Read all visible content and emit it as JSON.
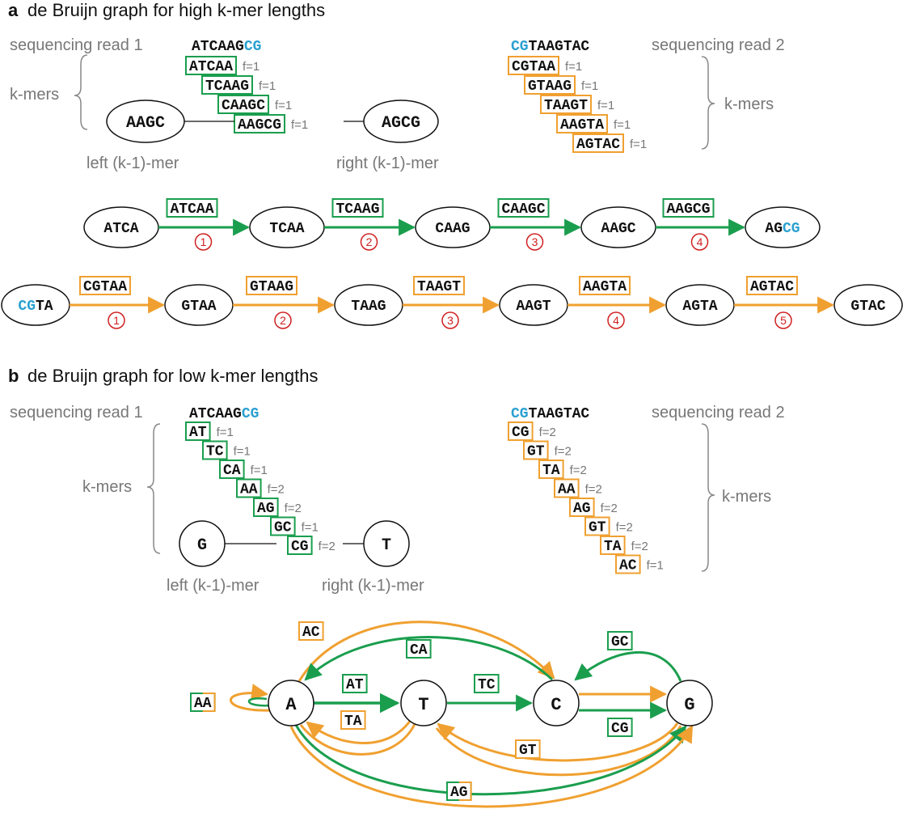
{
  "colors": {
    "green": "#1a9e4e",
    "orange": "#f0a030",
    "blue": "#2aa0d0",
    "red": "#d02020",
    "grey": "#777777",
    "black": "#111111"
  },
  "panel_a": {
    "letter": "a",
    "title": "de Bruijn graph for high k-mer lengths",
    "read1": {
      "label": "sequencing read 1",
      "seq_black": "ATCAAG",
      "seq_blue": "CG",
      "kmers": [
        {
          "kmer": "ATCAA",
          "f": "f=1"
        },
        {
          "kmer": "TCAAG",
          "f": "f=1"
        },
        {
          "kmer": "CAAGC",
          "f": "f=1"
        },
        {
          "kmer": "AAGCG",
          "f": "f=1"
        }
      ],
      "left_node": "AAGC",
      "right_node": "AGCG",
      "left_caption": "left (k-1)-mer",
      "right_caption": "right (k-1)-mer"
    },
    "read2": {
      "label": "sequencing read 2",
      "seq_blue": "CG",
      "seq_black": "TAAGTAC",
      "kmers": [
        {
          "kmer": "CGTAA",
          "f": "f=1"
        },
        {
          "kmer": "GTAAG",
          "f": "f=1"
        },
        {
          "kmer": "TAAGT",
          "f": "f=1"
        },
        {
          "kmer": "AAGTA",
          "f": "f=1"
        },
        {
          "kmer": "AGTAC",
          "f": "f=1"
        }
      ]
    },
    "kmers_label": "k-mers",
    "path1": {
      "nodes": [
        "ATCA",
        "TCAA",
        "CAAG",
        "AAGC"
      ],
      "last_node_black": "AG",
      "last_node_blue": "CG",
      "edges": [
        "ATCAA",
        "TCAAG",
        "CAAGC",
        "AAGCG"
      ],
      "steps": [
        "1",
        "2",
        "3",
        "4"
      ]
    },
    "path2": {
      "first_node_blue": "CG",
      "first_node_black": "TA",
      "nodes": [
        "GTAA",
        "TAAG",
        "AAGT",
        "AGTA",
        "GTAC"
      ],
      "edges": [
        "CGTAA",
        "GTAAG",
        "TAAGT",
        "AAGTA",
        "AGTAC"
      ],
      "steps": [
        "1",
        "2",
        "3",
        "4",
        "5"
      ]
    }
  },
  "panel_b": {
    "letter": "b",
    "title": "de Bruijn graph for low k-mer lengths",
    "read1": {
      "label": "sequencing read 1",
      "seq_black": "ATCAAG",
      "seq_blue": "CG",
      "kmers": [
        {
          "kmer": "AT",
          "f": "f=1"
        },
        {
          "kmer": "TC",
          "f": "f=1"
        },
        {
          "kmer": "CA",
          "f": "f=1"
        },
        {
          "kmer": "AA",
          "f": "f=2"
        },
        {
          "kmer": "AG",
          "f": "f=2"
        },
        {
          "kmer": "GC",
          "f": "f=1"
        },
        {
          "kmer": "CG",
          "f": "f=2"
        }
      ],
      "left_node": "G",
      "right_node": "T",
      "left_caption": "left (k-1)-mer",
      "right_caption": "right (k-1)-mer"
    },
    "read2": {
      "label": "sequencing read 2",
      "seq_blue": "CG",
      "seq_black": "TAAGTAC",
      "kmers": [
        {
          "kmer": "CG",
          "f": "f=2"
        },
        {
          "kmer": "GT",
          "f": "f=2"
        },
        {
          "kmer": "TA",
          "f": "f=2"
        },
        {
          "kmer": "AA",
          "f": "f=2"
        },
        {
          "kmer": "AG",
          "f": "f=2"
        },
        {
          "kmer": "GT",
          "f": "f=2"
        },
        {
          "kmer": "TA",
          "f": "f=2"
        },
        {
          "kmer": "AC",
          "f": "f=1"
        }
      ]
    },
    "kmers_label": "k-mers",
    "graph": {
      "nodes": [
        "A",
        "T",
        "C",
        "G"
      ],
      "edge_labels": {
        "AC": "AC",
        "CA": "CA",
        "GC": "GC",
        "AT": "AT",
        "TC": "TC",
        "AA": "AA",
        "TA": "TA",
        "CG": "CG",
        "GT": "GT",
        "AG": "AG"
      }
    }
  }
}
